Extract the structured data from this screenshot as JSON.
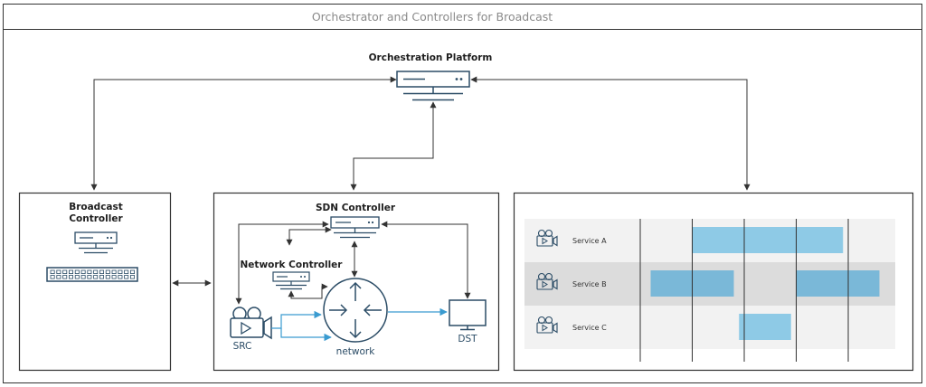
{
  "title": "Orchestrator and Controllers for Broadcast",
  "labels": {
    "orchestration_platform": "Orchestration Platform",
    "broadcast_controller_line1": "Broadcast",
    "broadcast_controller_line2": "Controller",
    "sdn_controller": "SDN Controller",
    "network_controller": "Network Controller",
    "src": "SRC",
    "network": "network",
    "dst": "DST"
  },
  "services": [
    {
      "name": "Service A",
      "intervals": [
        [
          1,
          3.9
        ]
      ]
    },
    {
      "name": "Service B",
      "intervals": [
        [
          0.2,
          1.8
        ],
        [
          3,
          4.6
        ]
      ]
    },
    {
      "name": "Service C",
      "intervals": [
        [
          1.9,
          2.9
        ]
      ]
    }
  ],
  "timeline_slots": 5,
  "colors": {
    "icon": "#2b4c66",
    "line": "#333333",
    "flow": "#3a9bd0",
    "bar_light": "#8ecae6",
    "bar_dark": "#7ab8d8",
    "row_light": "#f2f2f2",
    "row_dark": "#dcdcdc"
  },
  "icons": [
    "server-icon",
    "patch-panel-icon",
    "router-icon",
    "camera-icon",
    "monitor-icon"
  ]
}
